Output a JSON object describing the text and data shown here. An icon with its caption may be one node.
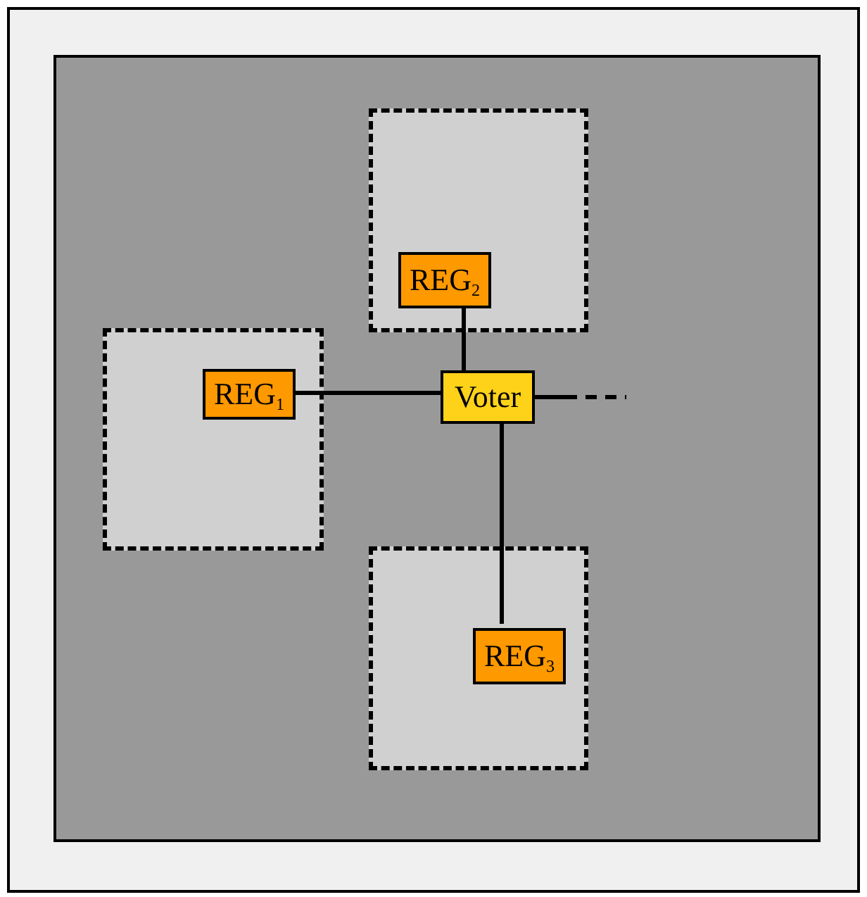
{
  "diagram": {
    "nodes": [
      {
        "text": [],
        "shape": "box"
      },
      {
        "text": [],
        "shape": "box",
        "in": 0
      },
      {
        "text": [],
        "shape": "box",
        "in": 1
      },
      {
        "text": [],
        "shape": "box",
        "in": 1
      },
      {
        "text": [],
        "shape": "box",
        "in": 1
      },
      {
        "text": [
          "REG$_{1}$"
        ],
        "in": 2
      },
      {
        "text": [
          "REG$_{2}$"
        ],
        "in": 3
      },
      {
        "text": [
          "Voter"
        ],
        "in": 1
      },
      {
        "text": [
          "REG$_{3}$"
        ],
        "in": 4
      }
    ],
    "edges": [
      {
        "from": 5,
        "to": 7,
        "arrow": "none"
      },
      {
        "from": 6,
        "to": 7,
        "arrow": "none"
      },
      {
        "from": 7,
        "to": 8,
        "arrow": "none"
      },
      {
        "from": 7,
        "to": null,
        "arrow": "none",
        "style": "dashed"
      }
    ]
  }
}
